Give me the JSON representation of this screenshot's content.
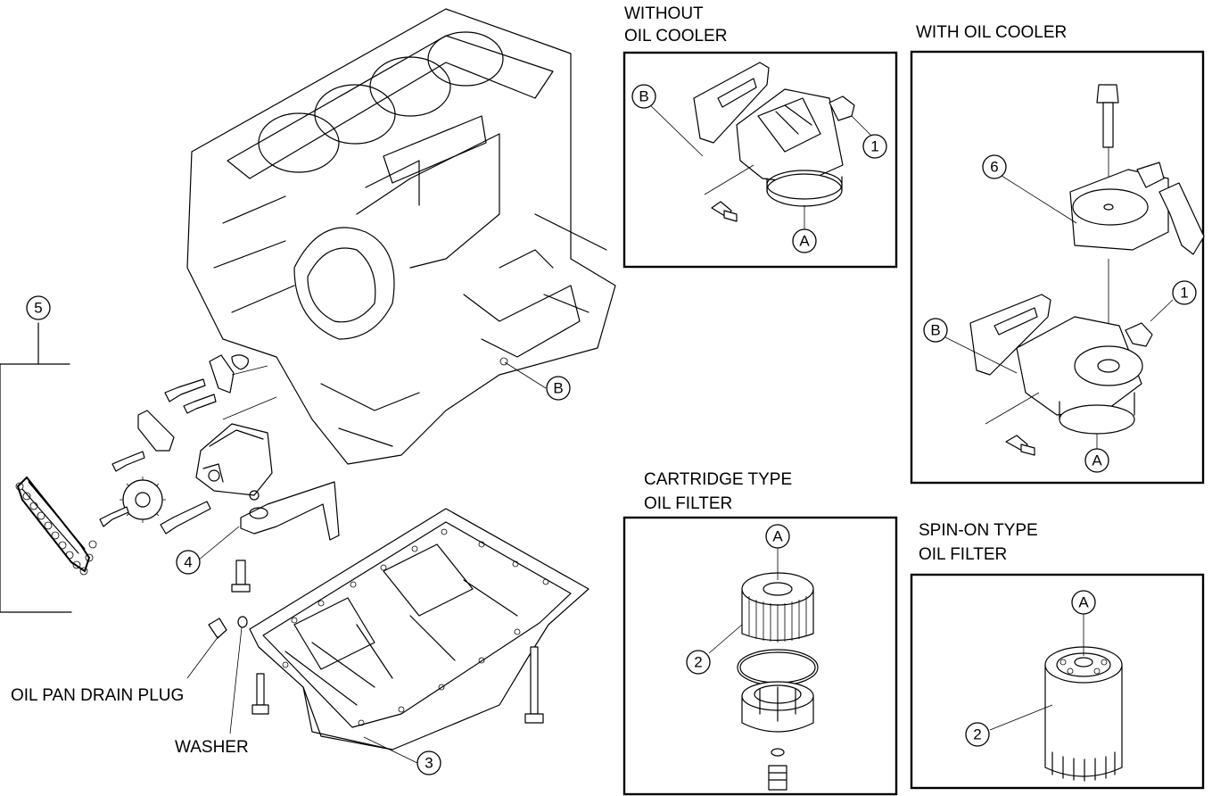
{
  "captions": {
    "without_oil_cooler_1": "WITHOUT",
    "without_oil_cooler_2": "OIL COOLER",
    "with_oil_cooler": "WITH OIL COOLER",
    "cartridge_type_1": "CARTRIDGE TYPE",
    "cartridge_type_2": "OIL FILTER",
    "spin_on_type_1": "SPIN-ON TYPE",
    "spin_on_type_2": "OIL FILTER",
    "oil_pan_drain_plug": "OIL PAN DRAIN PLUG",
    "washer": "WASHER"
  },
  "callouts": {
    "c1": "1",
    "c2": "2",
    "c3": "3",
    "c4": "4",
    "c5": "5",
    "c6": "6",
    "cA": "A",
    "cB": "B"
  },
  "colors": {
    "ink": "#000000",
    "paper": "#ffffff"
  }
}
